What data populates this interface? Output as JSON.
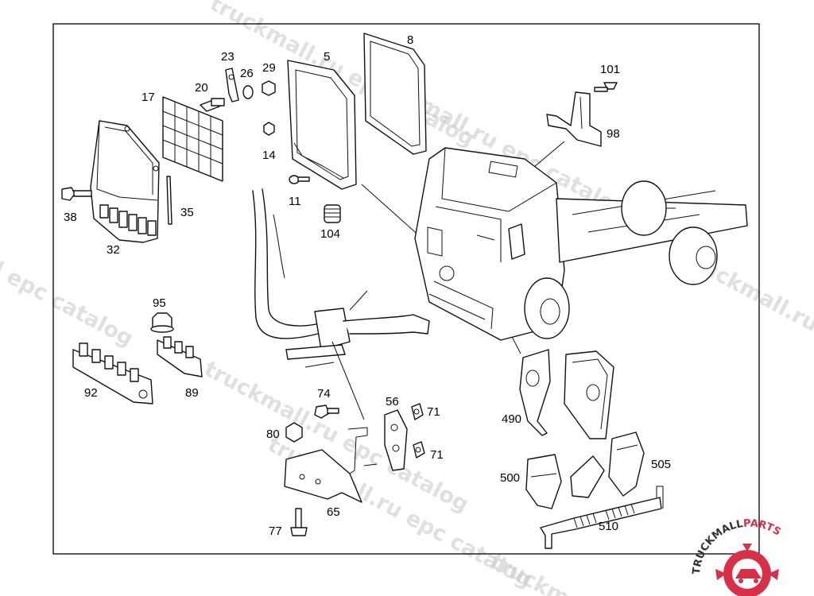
{
  "callouts": [
    "8",
    "5",
    "23",
    "26",
    "29",
    "101",
    "20",
    "17",
    "98",
    "14",
    "11",
    "38",
    "35",
    "104",
    "32",
    "95",
    "92",
    "89",
    "74",
    "56",
    "71",
    "80",
    "71",
    "490",
    "505",
    "500",
    "510",
    "65",
    "77"
  ],
  "watermarks": [
    "truckmall.ru epc catalog",
    "truckmall.ru epc catalog",
    "l epc catalog",
    "truckmall.ru e",
    "truckmall.ru epc catalog",
    "truckmall.ru epc catalog",
    "truckm"
  ],
  "logo": {
    "text_dark": "TRUCKMALL",
    "text_accent": "PARTS",
    "accent_color": "#d9304a",
    "dark_color": "#333333",
    "icon": "gear-car-icon"
  },
  "colors": {
    "line": "#111111",
    "watermark": "#c8c8c8"
  }
}
